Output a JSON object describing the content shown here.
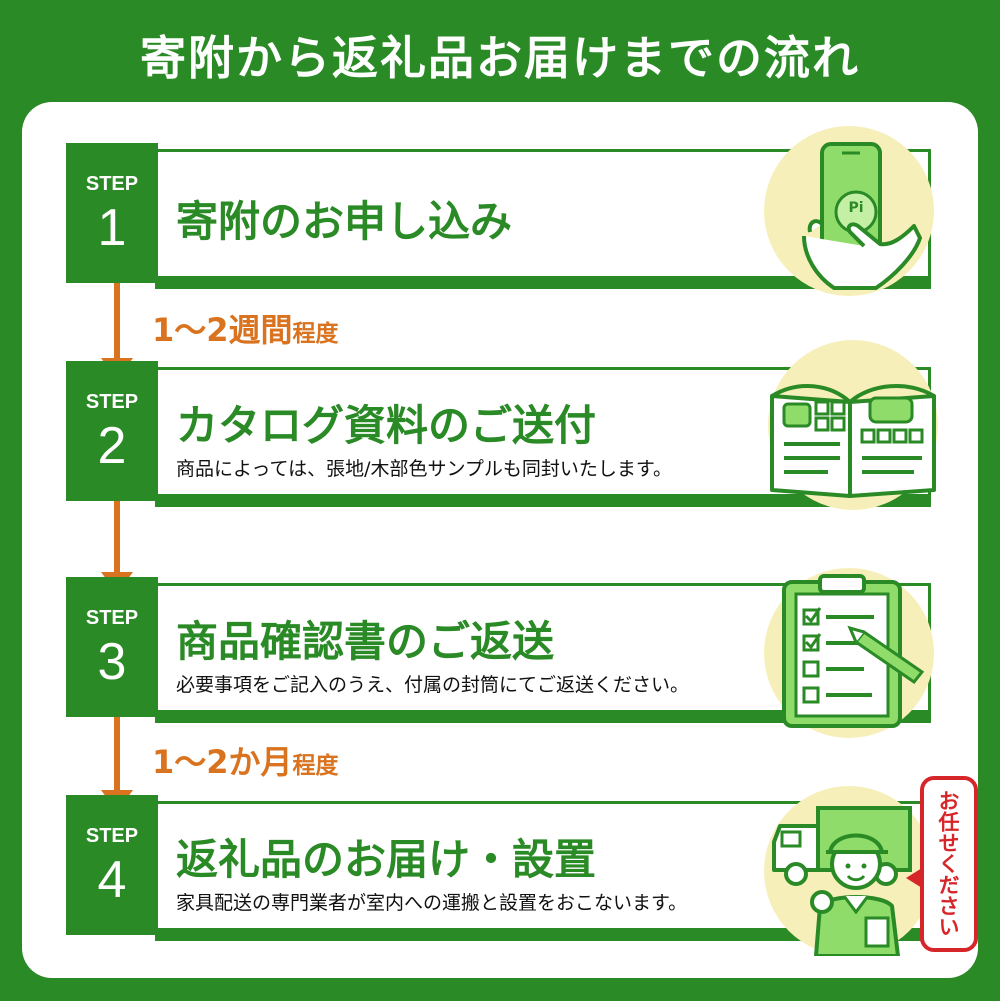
{
  "title": "寄附から返礼品お届けまでの流れ",
  "steps": [
    {
      "label": "STEP",
      "number": "1",
      "heading": "寄附のお申し込み",
      "description": ""
    },
    {
      "label": "STEP",
      "number": "2",
      "heading": "カタログ資料のご送付",
      "description": "商品によっては、張地/木部色サンプルも同封いたします。"
    },
    {
      "label": "STEP",
      "number": "3",
      "heading": "商品確認書のご返送",
      "description": "必要事項をご記入のうえ、付属の封筒にてご返送ください。"
    },
    {
      "label": "STEP",
      "number": "4",
      "heading": "返礼品のお届け・設置",
      "description": "家具配送の専門業者が室内への運搬と設置をおこないます。"
    }
  ],
  "durations": [
    {
      "main": "1～2週間",
      "suffix": "程度"
    },
    {
      "main": "1～2か月",
      "suffix": "程度"
    }
  ],
  "illustrations": {
    "step1_phone_text": "Pi",
    "step1": "smartphone-tap-icon",
    "step2": "catalog-book-icon",
    "step3": "checklist-clipboard-icon",
    "step4": "delivery-truck-worker-icon"
  },
  "speech_bubble": "お任せください",
  "colors": {
    "green": "#2a8a26",
    "orange": "#d9731f",
    "red": "#d6262a",
    "cream": "#f7efb9",
    "light_green": "#8fdc6a"
  }
}
